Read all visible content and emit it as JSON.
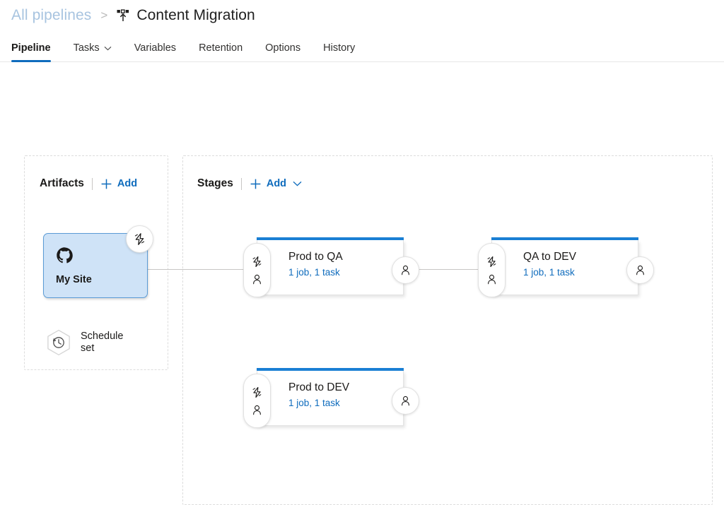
{
  "breadcrumb": {
    "parent_label": "All pipelines",
    "separator": ">",
    "icon": "release-pipeline-icon",
    "title": "Content Migration"
  },
  "tabs": [
    {
      "label": "Pipeline",
      "active": true,
      "has_chevron": false
    },
    {
      "label": "Tasks",
      "active": false,
      "has_chevron": true
    },
    {
      "label": "Variables",
      "active": false,
      "has_chevron": false
    },
    {
      "label": "Retention",
      "active": false,
      "has_chevron": false
    },
    {
      "label": "Options",
      "active": false,
      "has_chevron": false
    },
    {
      "label": "History",
      "active": false,
      "has_chevron": false
    }
  ],
  "artifacts": {
    "title": "Artifacts",
    "add_label": "Add",
    "add_icon": "plus-icon",
    "card": {
      "name": "My Site",
      "source_icon": "github-icon",
      "trigger_badge_icon": "lightning-bolt-icon"
    },
    "schedule": {
      "icon": "schedule-clock-hexagon-icon",
      "text": "Schedule\nset"
    }
  },
  "stages": {
    "title": "Stages",
    "add_label": "Add",
    "add_icon": "plus-icon",
    "add_chevron_icon": "chevron-down-icon",
    "items": [
      {
        "name": "Prod to QA",
        "meta": "1 job, 1 task",
        "pre_deployment_icons": [
          "lightning-bolt-icon",
          "person-icon"
        ],
        "post_deployment_icon": "person-icon"
      },
      {
        "name": "QA to DEV",
        "meta": "1 job, 1 task",
        "pre_deployment_icons": [
          "lightning-bolt-icon",
          "person-icon"
        ],
        "post_deployment_icon": "person-icon"
      },
      {
        "name": "Prod to DEV",
        "meta": "1 job, 1 task",
        "pre_deployment_icons": [
          "lightning-bolt-icon",
          "person-icon"
        ],
        "post_deployment_icon": "person-icon"
      }
    ]
  },
  "colors": {
    "accent_blue": "#0f6cbd",
    "stage_bar_blue": "#1a7fd4",
    "artifact_fill": "#cfe3f7",
    "artifact_border": "#5b9bd5",
    "breadcrumb_link": "#a8c4e0",
    "panel_border": "#dcdcdc"
  }
}
